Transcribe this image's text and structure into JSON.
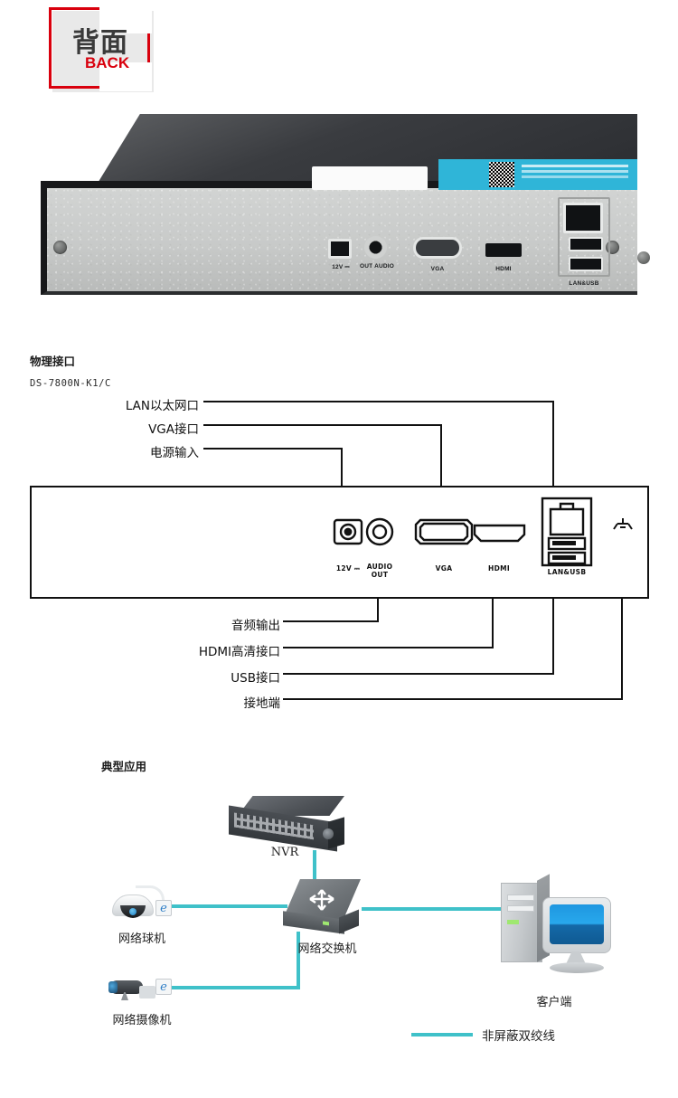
{
  "header": {
    "badge_cn": "背面",
    "badge_en": "BACK",
    "badge_color": "#d9000d"
  },
  "product_photo": {
    "name": "nvr-rear-panel-photo",
    "port_labels": [
      {
        "name": "12V-power-label",
        "text": "12V ⎓"
      },
      {
        "name": "audio-out-label",
        "text": "OUT AUDIO"
      },
      {
        "name": "vga-label",
        "text": "VGA"
      },
      {
        "name": "hdmi-label",
        "text": "HDMI"
      },
      {
        "name": "lan-usb-label",
        "text": "LAN&USB"
      }
    ]
  },
  "physical_interface": {
    "title": "物理接口",
    "model": "DS-7800N-K1/C",
    "callouts_top": [
      {
        "key": "lan",
        "label": "LAN以太网口"
      },
      {
        "key": "vga",
        "label": "VGA接口"
      },
      {
        "key": "power",
        "label": "电源输入"
      }
    ],
    "callouts_bottom": [
      {
        "key": "audio",
        "label": "音频输出"
      },
      {
        "key": "hdmi",
        "label": "HDMI高清接口"
      },
      {
        "key": "usb",
        "label": "USB接口"
      },
      {
        "key": "ground",
        "label": "接地端"
      }
    ],
    "diagram_port_labels": [
      {
        "key": "power",
        "line1": "12V ⎓",
        "line2": ""
      },
      {
        "key": "audio",
        "line1": "AUDIO",
        "line2": "OUT"
      },
      {
        "key": "vga",
        "line1": "VGA",
        "line2": ""
      },
      {
        "key": "hdmi",
        "line1": "HDMI",
        "line2": ""
      },
      {
        "key": "lanusb",
        "line1": "LAN&USB",
        "line2": ""
      }
    ]
  },
  "typical_application": {
    "title": "典型应用",
    "nodes": [
      {
        "key": "nvr",
        "label": "NVR"
      },
      {
        "key": "dome",
        "label": "网络球机"
      },
      {
        "key": "ipc",
        "label": "网络摄像机"
      },
      {
        "key": "switch",
        "label": "网络交换机"
      },
      {
        "key": "client",
        "label": "客户端"
      }
    ],
    "legend": {
      "label": "非屏蔽双绞线",
      "color": "#3fc1c9"
    }
  }
}
